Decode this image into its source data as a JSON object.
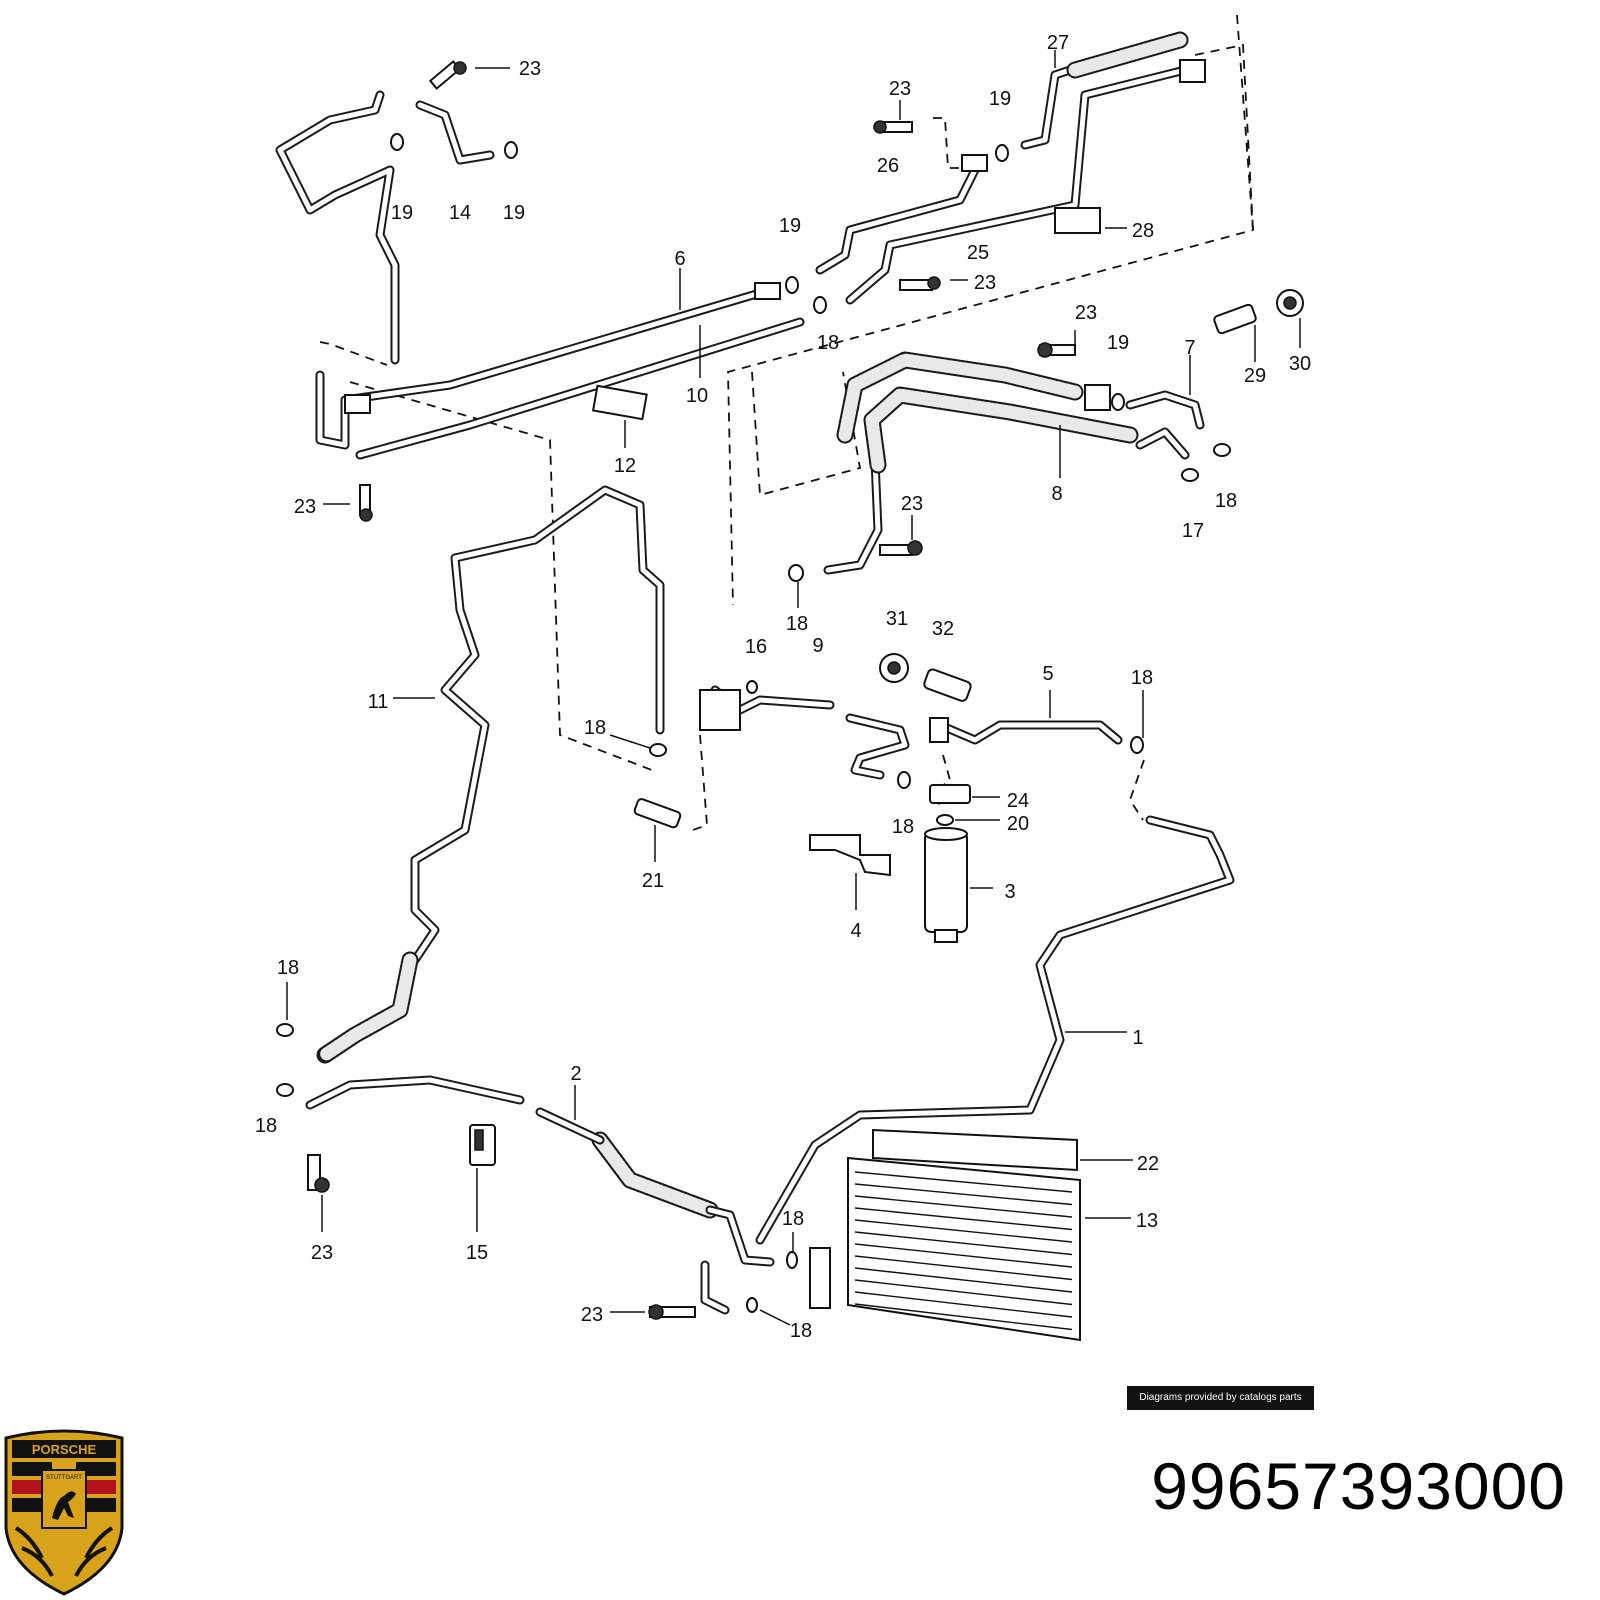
{
  "diagram": {
    "callouts": [
      {
        "id": "c1",
        "label": "23"
      },
      {
        "id": "c2",
        "label": "19"
      },
      {
        "id": "c3",
        "label": "14"
      },
      {
        "id": "c4",
        "label": "19"
      },
      {
        "id": "c5",
        "label": "27"
      },
      {
        "id": "c6",
        "label": "23"
      },
      {
        "id": "c7",
        "label": "19"
      },
      {
        "id": "c8",
        "label": "26"
      },
      {
        "id": "c9",
        "label": "25"
      },
      {
        "id": "c10",
        "label": "28"
      },
      {
        "id": "c11",
        "label": "19"
      },
      {
        "id": "c12",
        "label": "6"
      },
      {
        "id": "c13",
        "label": "23"
      },
      {
        "id": "c14",
        "label": "18"
      },
      {
        "id": "c15",
        "label": "10"
      },
      {
        "id": "c16",
        "label": "12"
      },
      {
        "id": "c17",
        "label": "23"
      },
      {
        "id": "c18",
        "label": "23"
      },
      {
        "id": "c19",
        "label": "19"
      },
      {
        "id": "c20",
        "label": "7"
      },
      {
        "id": "c21",
        "label": "29"
      },
      {
        "id": "c22",
        "label": "30"
      },
      {
        "id": "c23",
        "label": "8"
      },
      {
        "id": "c24",
        "label": "18"
      },
      {
        "id": "c25",
        "label": "17"
      },
      {
        "id": "c26",
        "label": "23"
      },
      {
        "id": "c27",
        "label": "18"
      },
      {
        "id": "c28",
        "label": "31"
      },
      {
        "id": "c29",
        "label": "32"
      },
      {
        "id": "c30",
        "label": "16"
      },
      {
        "id": "c31",
        "label": "9"
      },
      {
        "id": "c32",
        "label": "5"
      },
      {
        "id": "c33",
        "label": "18"
      },
      {
        "id": "c34",
        "label": "11"
      },
      {
        "id": "c35",
        "label": "18"
      },
      {
        "id": "c36",
        "label": "24"
      },
      {
        "id": "c37",
        "label": "18"
      },
      {
        "id": "c38",
        "label": "20"
      },
      {
        "id": "c39",
        "label": "21"
      },
      {
        "id": "c40",
        "label": "3"
      },
      {
        "id": "c41",
        "label": "4"
      },
      {
        "id": "c42",
        "label": "18"
      },
      {
        "id": "c43",
        "label": "1"
      },
      {
        "id": "c44",
        "label": "2"
      },
      {
        "id": "c45",
        "label": "18"
      },
      {
        "id": "c46",
        "label": "22"
      },
      {
        "id": "c47",
        "label": "13"
      },
      {
        "id": "c48",
        "label": "18"
      },
      {
        "id": "c49",
        "label": "23"
      },
      {
        "id": "c50",
        "label": "15"
      },
      {
        "id": "c51",
        "label": "23"
      },
      {
        "id": "c52",
        "label": "18"
      }
    ]
  },
  "credit": "Diagrams provided by catalogs parts",
  "part_number": "99657393000",
  "logo": {
    "brand_text": "PORSCHE",
    "city_text": "STUTTGART",
    "colors": {
      "gold": "#d9a21b",
      "red": "#b3121b",
      "black": "#111111"
    }
  }
}
